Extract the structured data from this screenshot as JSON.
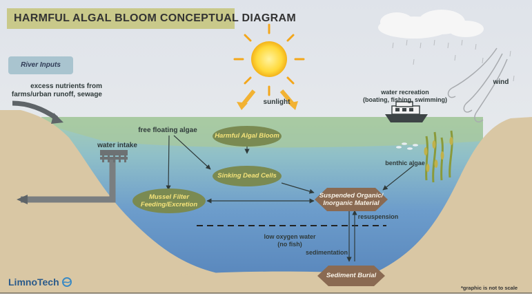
{
  "title": "HARMFUL ALGAL BLOOM CONCEPTUAL DIAGRAM",
  "river_inputs": "River Inputs",
  "excess_nutrients": [
    "excess nutrients from",
    "farms/urban runoff, sewage"
  ],
  "sunlight": "sunlight",
  "water_recreation": [
    "water recreation",
    "(boating, fishing, swimming)"
  ],
  "wind": "wind",
  "free_floating_algae": "free floating algae",
  "harmful_algal_bloom": "Harmful Algal Bloom",
  "water_intake": "water intake",
  "sinking_dead_cells": "Sinking Dead Cells",
  "benthic_algae": "benthic algae",
  "mussel_filter": [
    "Mussel Filter",
    "Feeding/Excretion"
  ],
  "suspended_material": [
    "Suspended Organic/",
    "Inorganic Material"
  ],
  "resuspension": "resuspension",
  "low_oxygen_water": [
    "low oxygen water",
    "(no fish)"
  ],
  "sedimentation": "sedimentation",
  "sediment_burial": "Sediment Burial",
  "logo": {
    "part1": "Limno",
    "part2": "Tech"
  },
  "scale_note": "*graphic is not to scale",
  "colors": {
    "title_bg": "#c9c98a",
    "oval_fill": "#7a8a52",
    "oval_text": "#f4e27a",
    "hex_fill": "#8a6a52",
    "sand": "#d9c7a4",
    "water_deep": "#5f8fc0",
    "water_surface": "#9cc3a8",
    "sun": "#ffd93a"
  }
}
